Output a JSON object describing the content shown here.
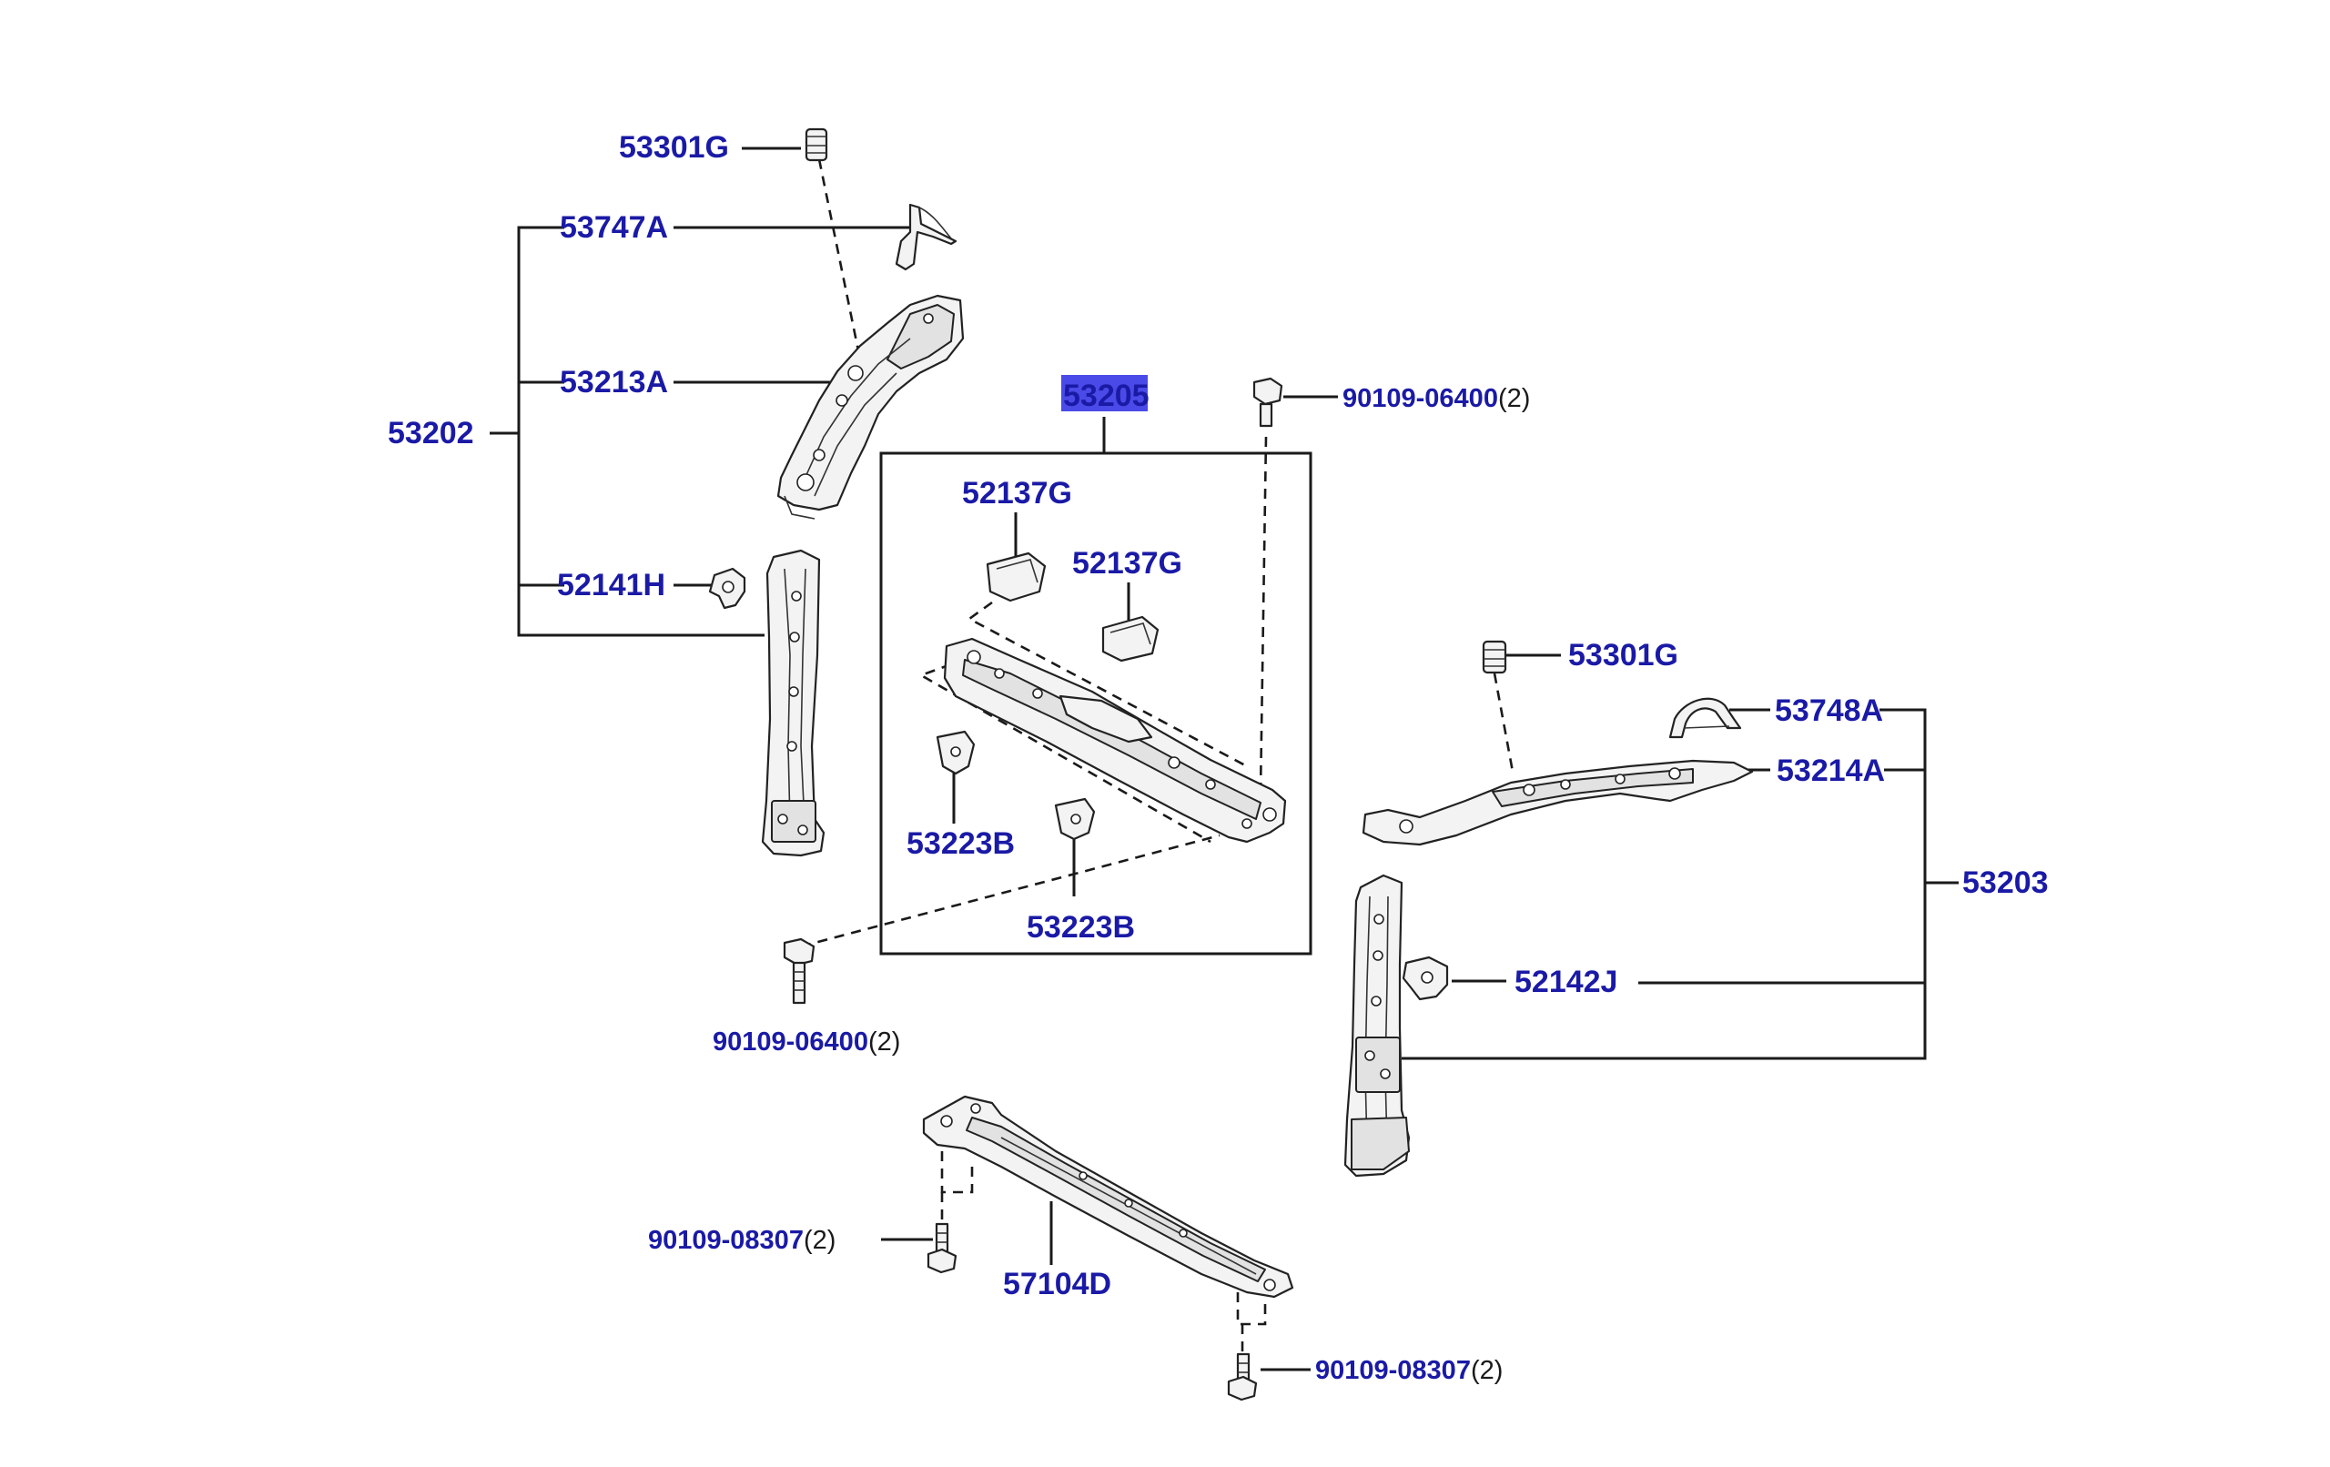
{
  "diagram": {
    "colors": {
      "label": "#1a1aa6",
      "line": "#1a1a1a",
      "highlight": "#4a4ae8"
    },
    "labels": {
      "p53301g_left": "53301G",
      "p53747a": "53747A",
      "p53213a": "53213A",
      "p53202": "53202",
      "p52141h": "52141H",
      "p53205": "53205",
      "p52137g_1": "52137G",
      "p52137g_2": "52137G",
      "p53223b_1": "53223B",
      "p53223b_2": "53223B",
      "bolt_top_num": "90109-06400",
      "bolt_top_qty": "(2)",
      "bolt_mid_num": "90109-06400",
      "bolt_mid_qty": "(2)",
      "p53301g_right": "53301G",
      "p53748a": "53748A",
      "p53214a": "53214A",
      "p53203": "53203",
      "p52142j": "52142J",
      "p57104d": "57104D",
      "bolt_low_left_num": "90109-08307",
      "bolt_low_left_qty": "(2)",
      "bolt_low_right_num": "90109-08307",
      "bolt_low_right_qty": "(2)"
    }
  }
}
